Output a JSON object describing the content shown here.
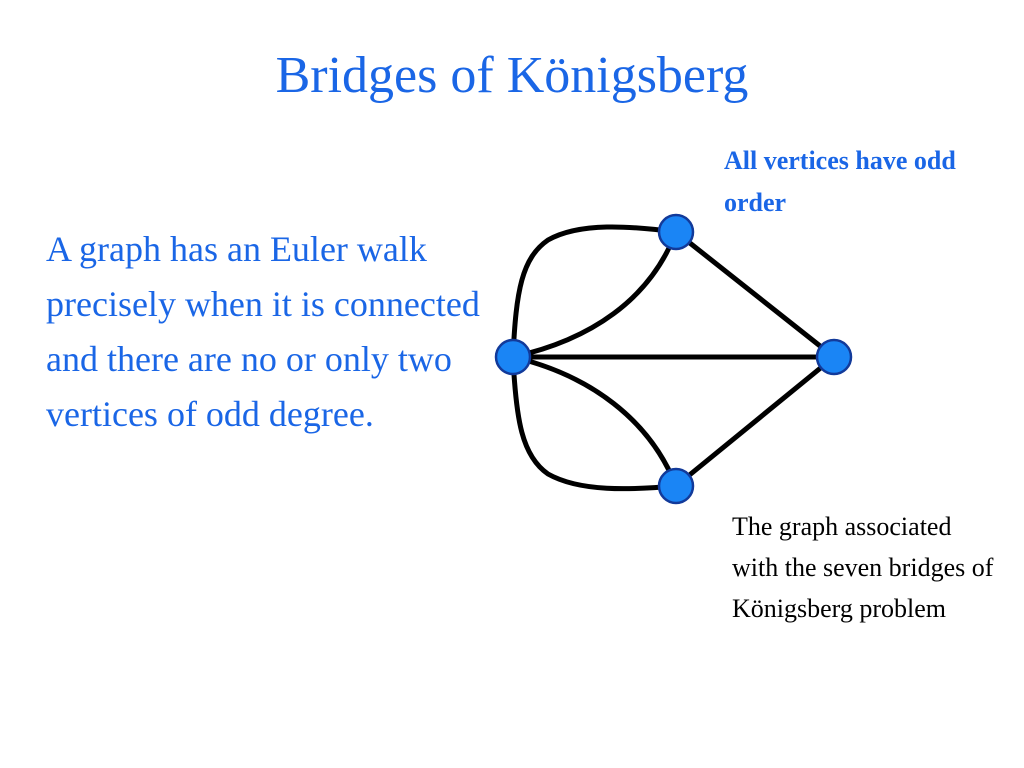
{
  "slide": {
    "title": "Bridges of Königsberg",
    "body": "A graph has an Euler walk precisely when it is connected and there are no or only two vertices of odd degree.",
    "note": "All vertices have odd order",
    "caption": "The graph associated with the seven bridges of Königsberg problem"
  },
  "graph": {
    "vertex_fill": "#1a85f5",
    "vertex_stroke": "#123a9a",
    "edge_color": "#000000",
    "vertices": [
      "left",
      "top",
      "right",
      "bottom"
    ],
    "edges": [
      [
        "left",
        "top"
      ],
      [
        "left",
        "top"
      ],
      [
        "left",
        "bottom"
      ],
      [
        "left",
        "bottom"
      ],
      [
        "left",
        "right"
      ],
      [
        "top",
        "right"
      ],
      [
        "bottom",
        "right"
      ]
    ]
  }
}
